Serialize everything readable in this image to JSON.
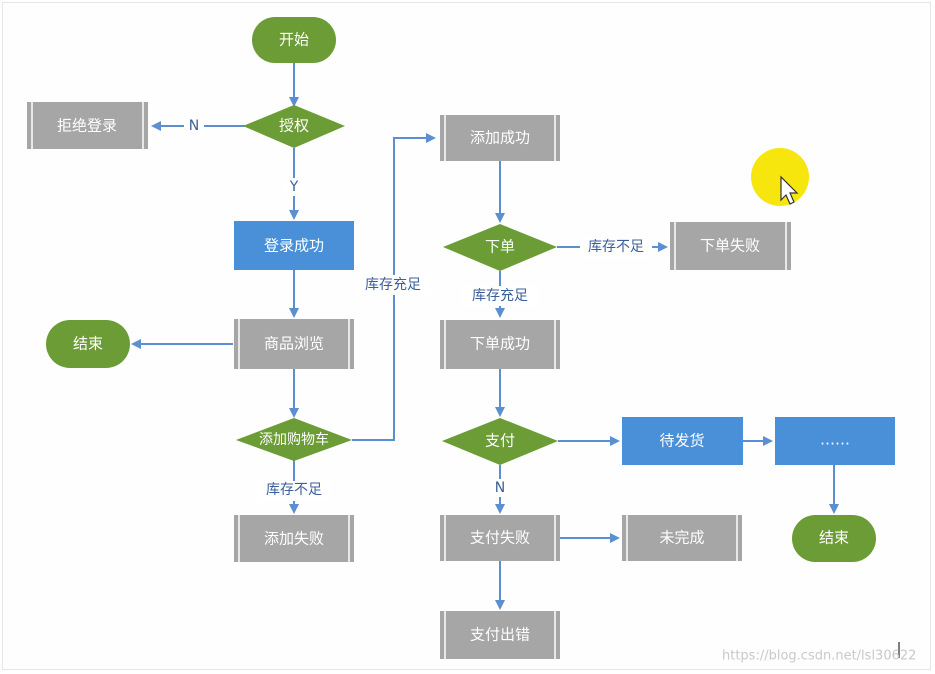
{
  "nodes": {
    "start": "开始",
    "authorize": "授权",
    "reject_login": "拒绝登录",
    "login_success": "登录成功",
    "browse": "商品浏览",
    "end_left": "结束",
    "add_cart": "添加购物车",
    "add_fail": "添加失败",
    "add_success": "添加成功",
    "place_order": "下单",
    "order_fail": "下单失败",
    "order_success": "下单成功",
    "pay": "支付",
    "pay_fail": "支付失败",
    "incomplete": "未完成",
    "pay_error": "支付出错",
    "awaiting_shipment": "待发货",
    "ellipsis": "……",
    "end_right": "结束"
  },
  "edges": {
    "n": "N",
    "y": "Y",
    "stock_sufficient_1": "库存充足",
    "stock_insufficient_1": "库存不足",
    "stock_sufficient_2": "库存充足",
    "stock_insufficient_2": "库存不足",
    "n_pay": "N"
  },
  "watermark": "https://blog.csdn.net/lsl30622",
  "colors": {
    "green": "#6b9c35",
    "blue": "#4a90d9",
    "gray": "#a6a6a6",
    "edge": "#5b8fd0",
    "edge_text": "#3b5f9a"
  }
}
